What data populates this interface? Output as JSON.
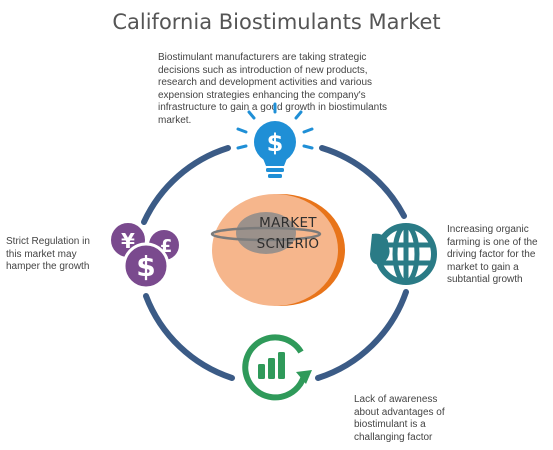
{
  "title": "California Biostimulants Market",
  "center": {
    "line1": "MARKET",
    "line2": "SCNERIO"
  },
  "nodes": {
    "top": {
      "icon": "lightbulb-dollar-icon",
      "text": "Biostimulant manufacturers are taking strategic decisions such as  introduction of new products, research and development activities  and various expension strategies enhancing the company's infrastructure  to gain a good growth in biostimulants market."
    },
    "right": {
      "icon": "globe-icon",
      "text": "Increasing organic farming is one of the driving factor for the market to gain a subtantial growth"
    },
    "bottom": {
      "icon": "growth-chart-icon",
      "text": "Lack of awareness about advantages of biostimulant is a challanging factor"
    },
    "left": {
      "icon": "currency-coins-icon",
      "text": "Strict Regulation in this market may hamper the growth"
    }
  },
  "colors": {
    "ring": "#3b5b86",
    "bulb": "#1f8fd6",
    "globe": "#2a7b86",
    "chart": "#2f9a5a",
    "coins": "#7a4a8e",
    "center_fill": "#f6b68c",
    "center_shadow": "#e8741a"
  }
}
